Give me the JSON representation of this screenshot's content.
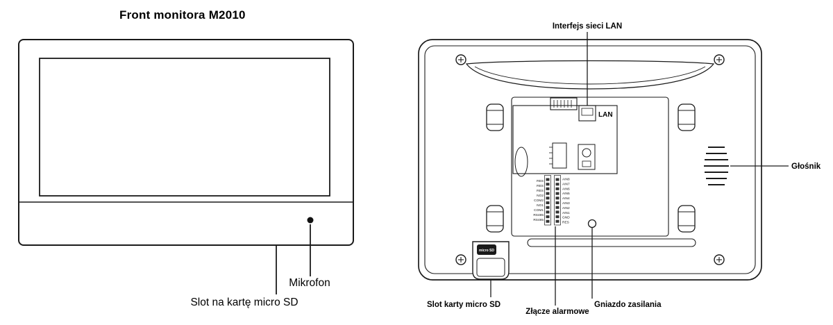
{
  "page": {
    "background": "#ffffff",
    "line_color": "#1a1a1a",
    "text_color": "#000000"
  },
  "front": {
    "title_prefix": "Front monitora",
    "title_model": "M2010",
    "microphone_label": "Mikrofon",
    "sd_slot_label": "Slot na kartę micro SD"
  },
  "back": {
    "lan_interface_label": "Interfejs sieci LAN",
    "lan_port_label": "LAN",
    "speaker_label": "Głośnik",
    "sd_slot_label": "Slot karty micro SD",
    "alarm_connector_label": "Złącze alarmowe",
    "power_socket_label": "Gniazdo zasilania",
    "sd_badge_text": "micro SD",
    "terminal_pins_left": [
      "RES",
      "RES",
      "RES",
      "NO2",
      "COM2",
      "NO1",
      "COM1",
      "RS485",
      "RS485"
    ],
    "terminal_pins_right": [
      "AIN8",
      "AIN7",
      "AIN6",
      "AIN5",
      "AIN4",
      "AIN3",
      "AIN2",
      "AIN1",
      "GND",
      "RES"
    ]
  }
}
